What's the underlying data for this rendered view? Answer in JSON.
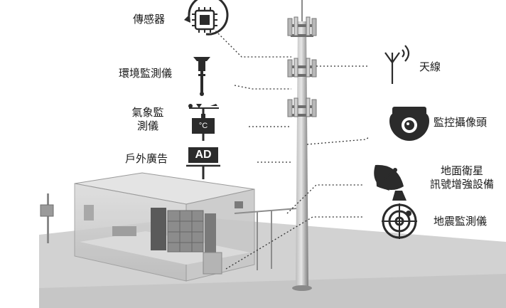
{
  "left_labels": {
    "sensor": "傳感器",
    "env_monitor": "環境監測儀",
    "weather_l1": "氣象監",
    "weather_l2": "測儀",
    "outdoor_ad": "戶外廣告"
  },
  "right_labels": {
    "antenna": "天線",
    "camera": "監控攝像頭",
    "satellite_l1": "地面衛星",
    "satellite_l2": "訊號增強設備",
    "seismic": "地震監測儀"
  },
  "icons": {
    "ad_text": "AD",
    "weather_unit": "°C"
  },
  "colors": {
    "ground": "#cfcfcf",
    "pole": "#9a9a9a",
    "icon": "#2b2b2b"
  }
}
